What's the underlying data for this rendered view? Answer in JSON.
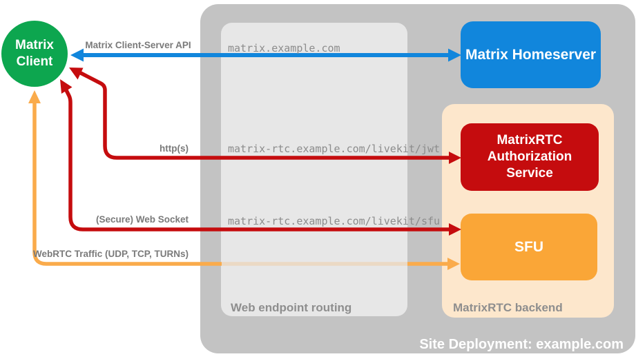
{
  "client": {
    "line1": "Matrix",
    "line2": "Client",
    "color": "#0DA64F"
  },
  "homeserver": {
    "label": "Matrix Homeserver",
    "color": "#1186DC"
  },
  "auth_service": {
    "line1": "MatrixRTC",
    "line2": "Authorization",
    "line3": "Service",
    "color": "#C50C0E"
  },
  "sfu": {
    "label": "SFU",
    "color": "#FAA637"
  },
  "containers": {
    "site_deployment": {
      "label": "Site Deployment: example.com",
      "color": "#C3C3C3"
    },
    "web_routing": {
      "label": "Web endpoint routing",
      "color": "#E7E7E7"
    },
    "backend": {
      "label": "MatrixRTC backend",
      "color": "#FDE7CC"
    }
  },
  "routes": {
    "homeserver": "matrix.example.com",
    "jwt": "matrix-rtc.example.com/livekit/jwt",
    "sfu": "matrix-rtc.example.com/livekit/sfu"
  },
  "arrows": {
    "client_server_api": {
      "label": "Matrix Client-Server API",
      "color": "#1186DC"
    },
    "http": {
      "label": "http(s)",
      "color": "#C50C0E"
    },
    "web_socket": {
      "label": "(Secure) Web Socket",
      "color": "#C50C0E"
    },
    "webrtc": {
      "label": "WebRTC Traffic (UDP, TCP, TURNs)",
      "color": "#FAAB4B"
    }
  }
}
